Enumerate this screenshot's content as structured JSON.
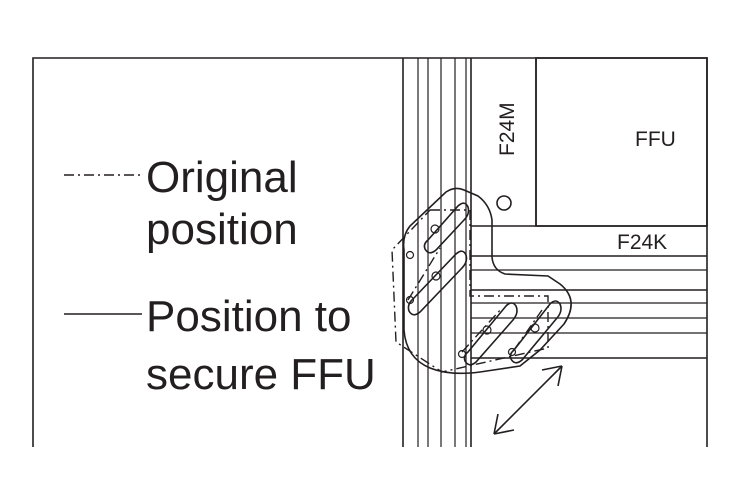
{
  "legend": {
    "original_line1": "Original",
    "original_line2": "position",
    "secure_line1": "Position to",
    "secure_line2": "secure FFU"
  },
  "labels": {
    "f24m": "F24M",
    "ffu": "FFU",
    "f24k": "F24K"
  },
  "colors": {
    "ink": "#231f20",
    "background": "#ffffff"
  }
}
